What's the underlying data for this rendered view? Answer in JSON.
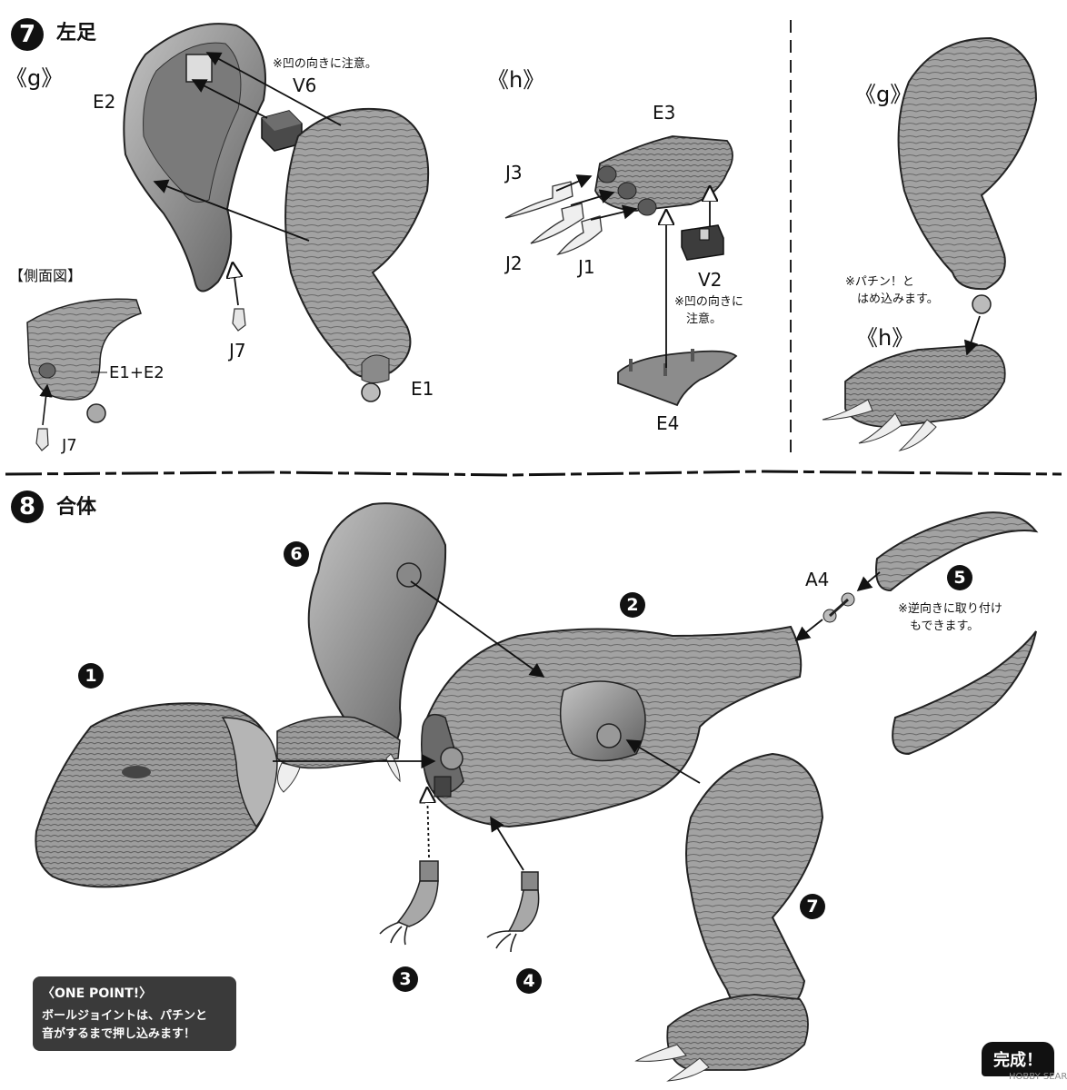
{
  "step7": {
    "number": "7",
    "title": "左足",
    "group_g": "《g》",
    "group_h": "《h》",
    "group_g_right": "《g》",
    "group_h_right": "《h》",
    "parts": {
      "e2": "E2",
      "v6": "V6",
      "j7": "J7",
      "e1": "E1",
      "e3": "E3",
      "j3": "J3",
      "j2": "J2",
      "j1": "J1",
      "v2": "V2",
      "e4": "E4",
      "e1e2": "E1+E2",
      "j7_side": "J7"
    },
    "side_view_label": "【側面図】",
    "note_v6": "※凹の向きに注意。",
    "note_v2": "※凹の向きに\n　注意。",
    "note_snap": "※パチン！と\n　はめ込みます。"
  },
  "step8": {
    "number": "8",
    "title": "合体",
    "sub_numbers": [
      "1",
      "2",
      "3",
      "4",
      "5",
      "6",
      "7"
    ],
    "part_a4": "A4",
    "note_reverse": "※逆向きに取り付け\n　もできます。"
  },
  "one_point": {
    "heading": "〈ONE POINT!〉",
    "body": "ボールジョイントは、パチンと\n音がするまで押し込みます！"
  },
  "complete_label": "完成！",
  "watermark": "HOBBY SEARCH",
  "colors": {
    "part_fill": "#9a9a9a",
    "part_dark": "#5a5a5a",
    "ink": "#111111",
    "panel": "#3a3a3a"
  }
}
